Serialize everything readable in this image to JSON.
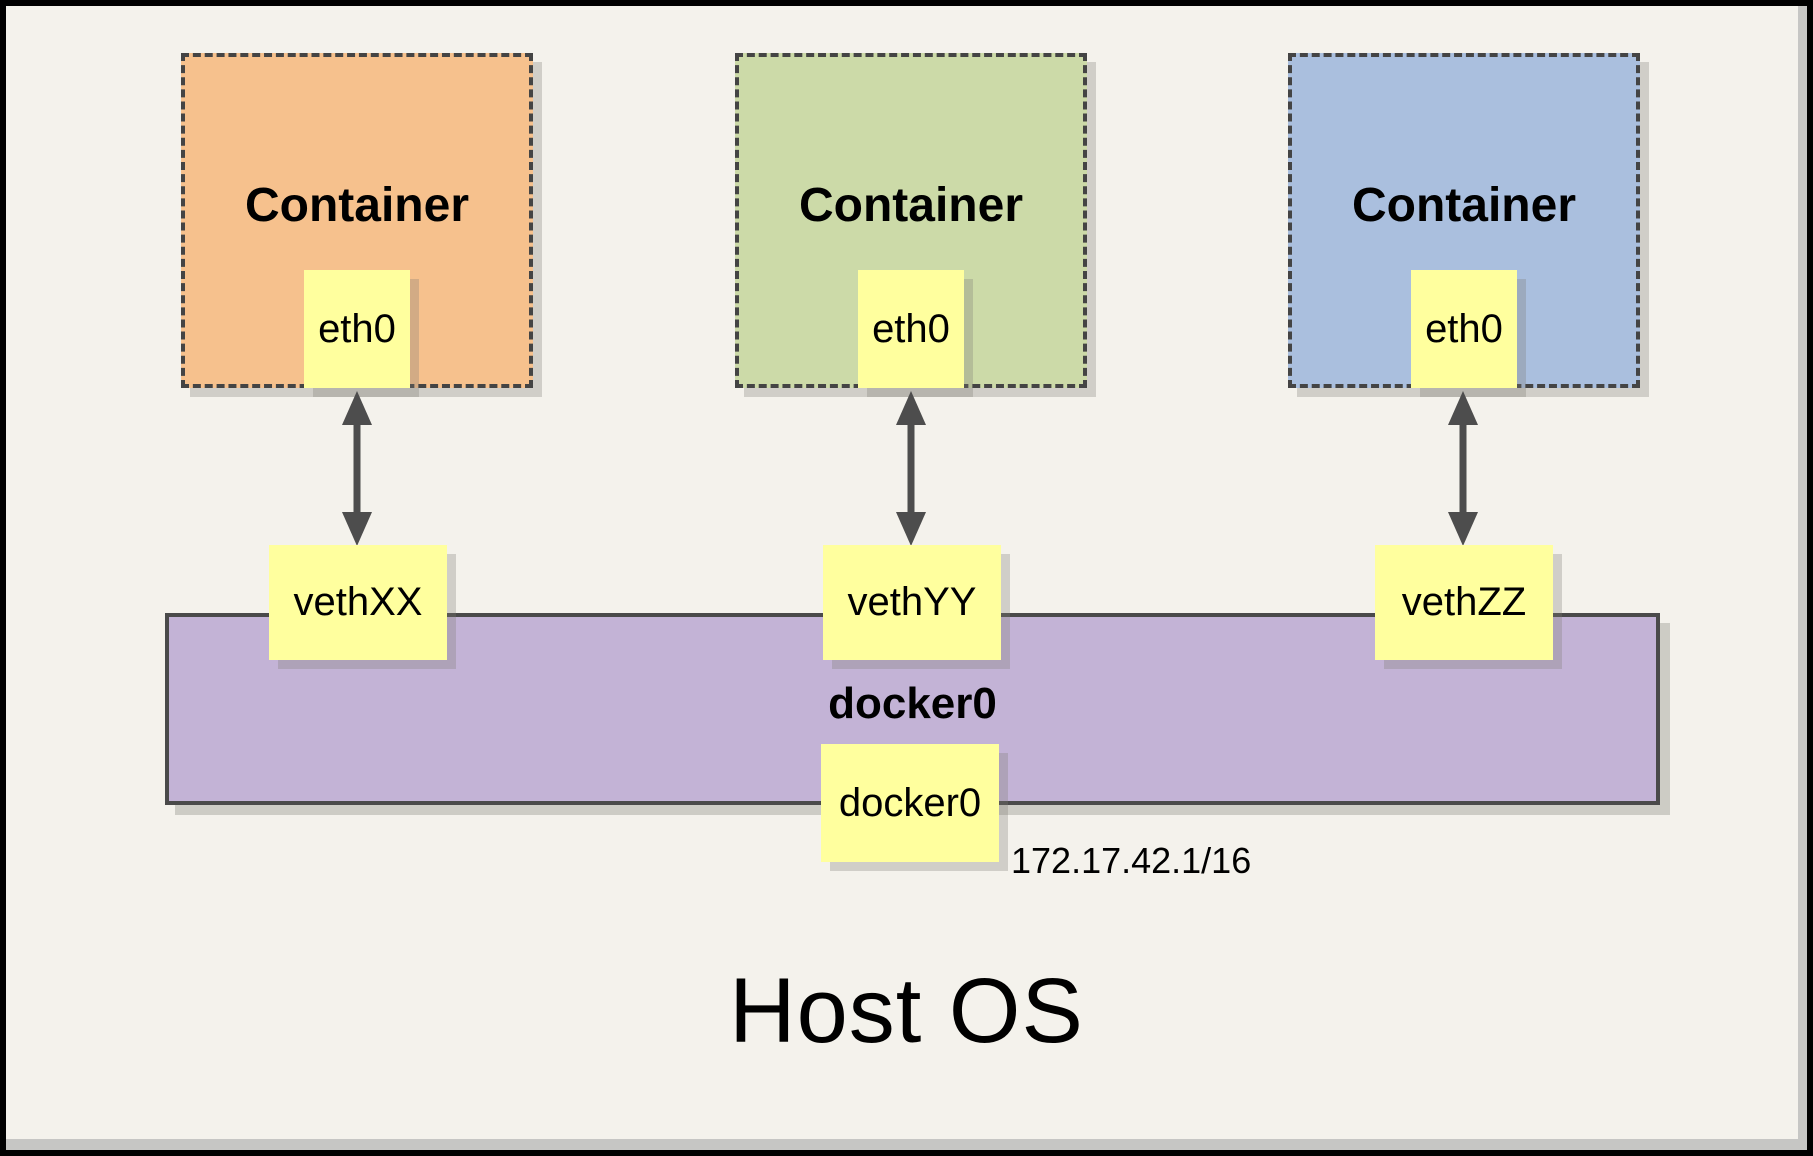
{
  "diagram": {
    "host_label": "Host OS",
    "containers": [
      {
        "title": "Container",
        "interface_label": "eth0",
        "veth_label": "vethXX",
        "fill_color": "#F6C18D"
      },
      {
        "title": "Container",
        "interface_label": "eth0",
        "veth_label": "vethYY",
        "fill_color": "#CCDAA8"
      },
      {
        "title": "Container",
        "interface_label": "eth0",
        "veth_label": "vethZZ",
        "fill_color": "#AABFDE"
      }
    ],
    "bridge": {
      "name": "docker0",
      "interface_label": "docker0",
      "ip": "172.17.42.1/16",
      "fill_color": "#C3B3D6"
    },
    "colors": {
      "page_background": "#F4F2EC",
      "page_border": "#000000",
      "note_yellow": "#FFFF9E",
      "dashed_border": "#444444",
      "arrow_gray": "#4D4D4D",
      "shadow_gray": "#D5D3CC"
    }
  }
}
